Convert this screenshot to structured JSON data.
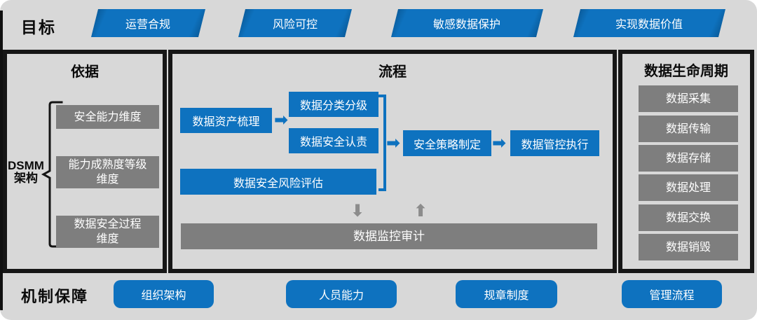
{
  "palette": {
    "background": "#d8d8d8",
    "panel_border": "#161616",
    "blue": "#0e72bf",
    "blue_edge_shade": "#0a5c9c",
    "gray_box": "#7e7e7e",
    "arrow_gray": "#8c8c8c",
    "text_dark": "#111111",
    "text_light": "#ffffff"
  },
  "icons": {
    "arrow_right": "➡",
    "arrow_up": "⬆",
    "arrow_down": "⬇"
  },
  "goals": {
    "label": "目标",
    "items": [
      {
        "label": "运营合规"
      },
      {
        "label": "风险可控"
      },
      {
        "label": "敏感数据保护"
      },
      {
        "label": "实现数据价值"
      }
    ]
  },
  "basis": {
    "title": "依据",
    "side_label": "DSMM\n架构",
    "items": [
      {
        "label": "安全能力维度"
      },
      {
        "label": "能力成熟度等级\n维度"
      },
      {
        "label": "数据安全过程\n维度"
      }
    ]
  },
  "process": {
    "title": "流程",
    "nodes": {
      "asset": "数据资产梳理",
      "classify": "数据分类分级",
      "responsibility": "数据安全认责",
      "risk": "数据安全风险评估",
      "policy": "安全策略制定",
      "execute": "数据管控执行",
      "monitor": "数据监控审计"
    }
  },
  "lifecycle": {
    "title": "数据生命周期",
    "items": [
      {
        "label": "数据采集"
      },
      {
        "label": "数据传输"
      },
      {
        "label": "数据存储"
      },
      {
        "label": "数据处理"
      },
      {
        "label": "数据交换"
      },
      {
        "label": "数据销毁"
      }
    ]
  },
  "mechanism": {
    "label": "机制保障",
    "items": [
      {
        "label": "组织架构"
      },
      {
        "label": "人员能力"
      },
      {
        "label": "规章制度"
      },
      {
        "label": "管理流程"
      }
    ]
  }
}
